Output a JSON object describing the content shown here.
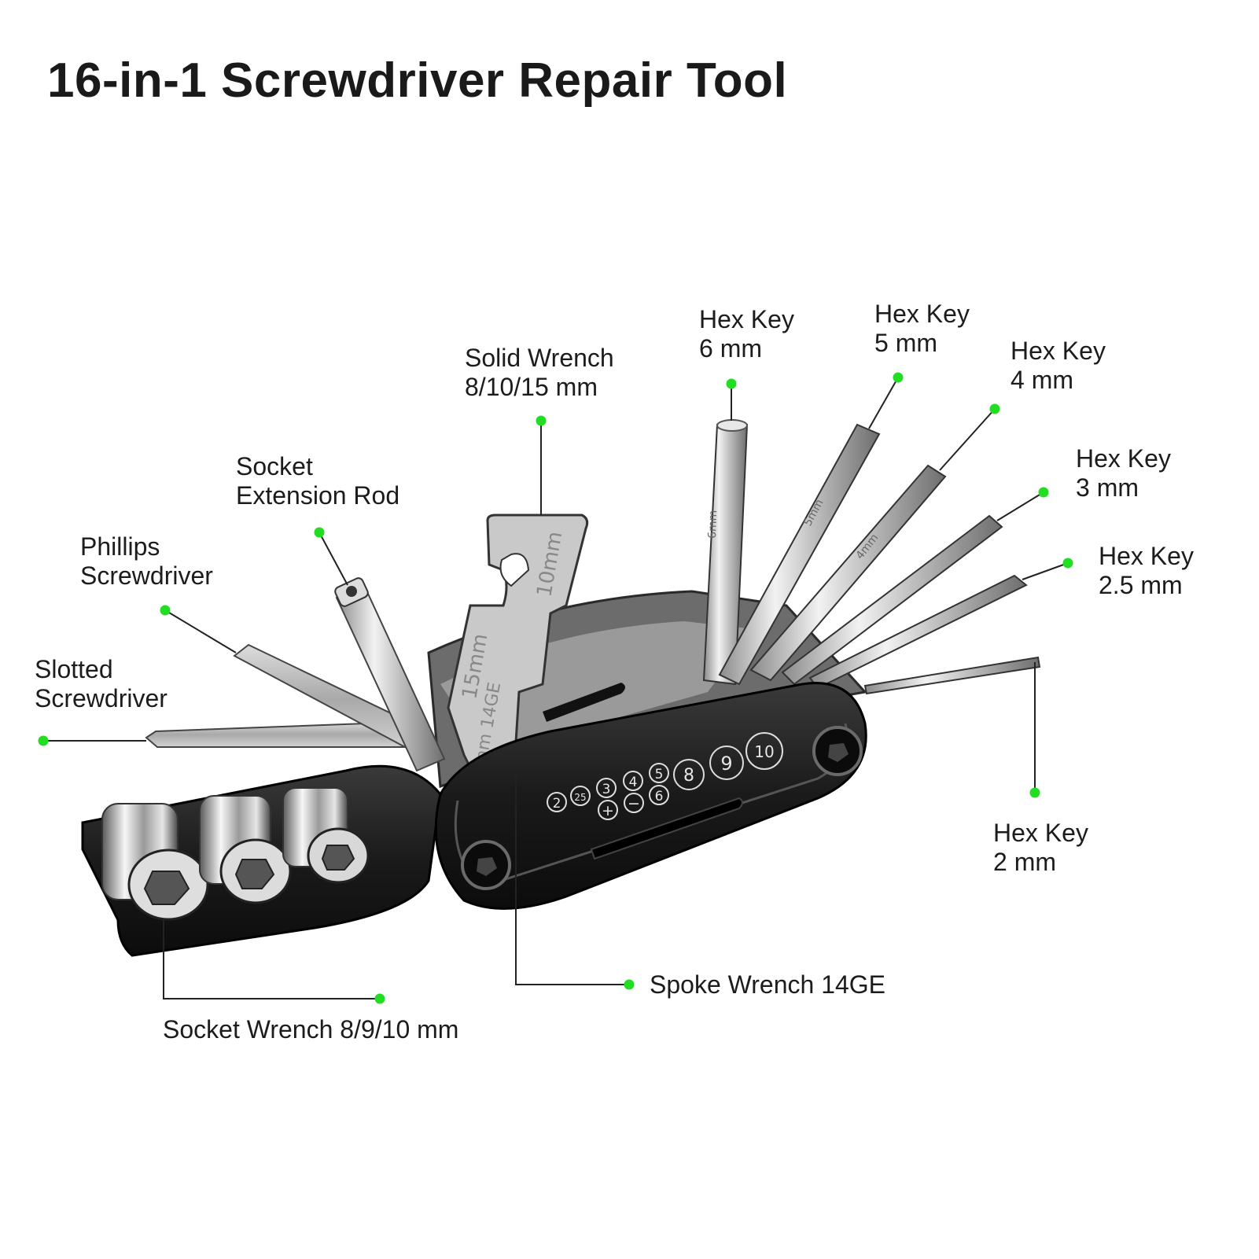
{
  "title": "16-in-1 Screwdriver Repair Tool",
  "labels": {
    "slotted": [
      "Slotted",
      "Screwdriver"
    ],
    "phillips": [
      "Phillips",
      "Screwdriver"
    ],
    "socket_rod": [
      "Socket",
      "Extension Rod"
    ],
    "solid_wrench": [
      "Solid Wrench",
      "8/10/15 mm"
    ],
    "hex6": [
      "Hex Key",
      "6 mm"
    ],
    "hex5": [
      "Hex Key",
      "5 mm"
    ],
    "hex4": [
      "Hex Key",
      "4 mm"
    ],
    "hex3": [
      "Hex Key",
      "3 mm"
    ],
    "hex25": [
      "Hex Key",
      "2.5 mm"
    ],
    "hex2": [
      "Hex Key",
      "2 mm"
    ],
    "spoke": "Spoke Wrench 14GE",
    "socket_wrench": "Socket Wrench 8/9/10 mm"
  },
  "engravings": {
    "wrench_10": "10mm",
    "wrench_15": "15mm",
    "wrench_14ge": "8mm 14GE",
    "hex6": "6mm",
    "hex5": "5mm",
    "hex4": "4mm"
  },
  "handle_icons": [
    "2",
    "25",
    "3",
    "4",
    "5",
    "8",
    "9",
    "10",
    "+",
    "−",
    "6"
  ],
  "colors": {
    "marker": "#22dd22",
    "leader": "#222222",
    "handle": "#1c1c1c",
    "steel": "#c8c8c8"
  }
}
